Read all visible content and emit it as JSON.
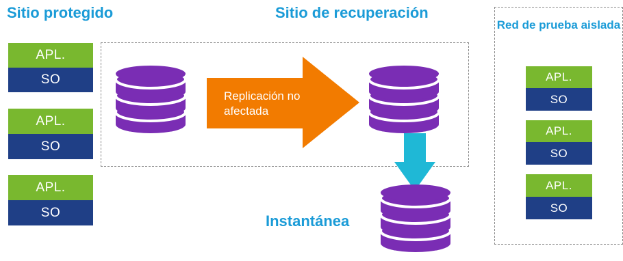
{
  "titles": {
    "protected_site": "Sitio protegido",
    "recovery_site": "Sitio de recuperación",
    "isolated_network": "Red de prueba aislada",
    "snapshot": "Instantánea"
  },
  "protected_vms": [
    {
      "app": "APL.",
      "os": "SO"
    },
    {
      "app": "APL.",
      "os": "SO"
    },
    {
      "app": "APL.",
      "os": "SO"
    }
  ],
  "isolated_vms": [
    {
      "app": "APL.",
      "os": "SO"
    },
    {
      "app": "APL.",
      "os": "SO"
    },
    {
      "app": "APL.",
      "os": "SO"
    }
  ],
  "replication_arrow": {
    "label": "Replicación no afectada"
  },
  "colors": {
    "title_blue": "#1a9bd7",
    "app_green": "#79b82f",
    "os_navy": "#1f3f86",
    "database_purple": "#7a2db4",
    "replication_orange": "#f27b00",
    "snapshot_arrow_cyan": "#1fb8d6"
  },
  "icons": [
    "database-icon",
    "replication-arrow",
    "snapshot-down-arrow"
  ]
}
